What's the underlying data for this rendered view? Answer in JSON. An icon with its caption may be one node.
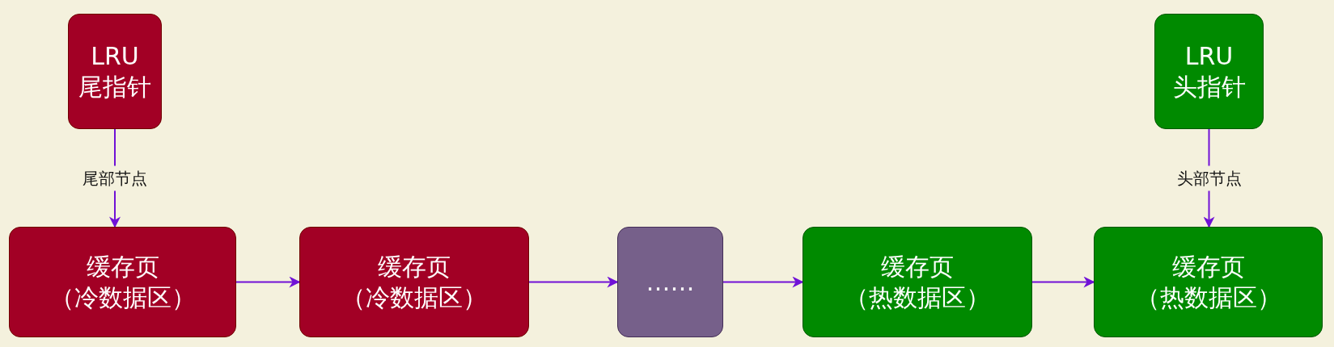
{
  "diagram": {
    "nodes": [
      {
        "text": [
          "LRU 尾指针"
        ]
      },
      {
        "text": [
          "LRU 头指针"
        ]
      },
      {
        "text": [
          "缓存页（冷数据区）"
        ]
      },
      {
        "text": [
          "缓存页（冷数据区）"
        ]
      },
      {
        "text": [
          "……"
        ]
      },
      {
        "text": [
          "缓存页（热数据区）"
        ]
      },
      {
        "text": [
          "缓存页（热数据区）"
        ]
      }
    ],
    "edges": [
      {
        "from": 0,
        "to": 2,
        "arrow": "to",
        "label": "尾部节点"
      },
      {
        "from": 1,
        "to": 6,
        "arrow": "to",
        "label": "头部节点"
      },
      {
        "from": 2,
        "to": 3,
        "arrow": "to"
      },
      {
        "from": 3,
        "to": 4,
        "arrow": "to"
      },
      {
        "from": 4,
        "to": 5,
        "arrow": "to"
      },
      {
        "from": 5,
        "to": 6,
        "arrow": "to"
      }
    ]
  }
}
